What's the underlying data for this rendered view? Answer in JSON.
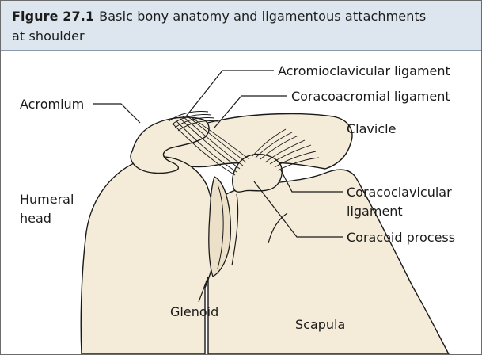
{
  "figure": {
    "number": "Figure 27.1",
    "title_line1": "Basic bony anatomy and ligamentous attachments",
    "title_line2": "at shoulder"
  },
  "labels": {
    "acromioclavicular_ligament": "Acromioclavicular ligament",
    "coracoacromial_ligament": "Coracoacromial ligament",
    "acromium": "Acromium",
    "clavicle": "Clavicle",
    "humeral_head_line1": "Humeral",
    "humeral_head_line2": "head",
    "coracoclavicular_ligament_line1": "Coracoclavicular",
    "coracoclavicular_ligament_line2": "ligament",
    "coracoid_process": "Coracoid process",
    "glenoid": "Glenoid",
    "scapula": "Scapula"
  },
  "colors": {
    "bone_fill": "#f4ecd9",
    "outline": "#1a1a1a",
    "caption_bg": "#dde6ee"
  }
}
